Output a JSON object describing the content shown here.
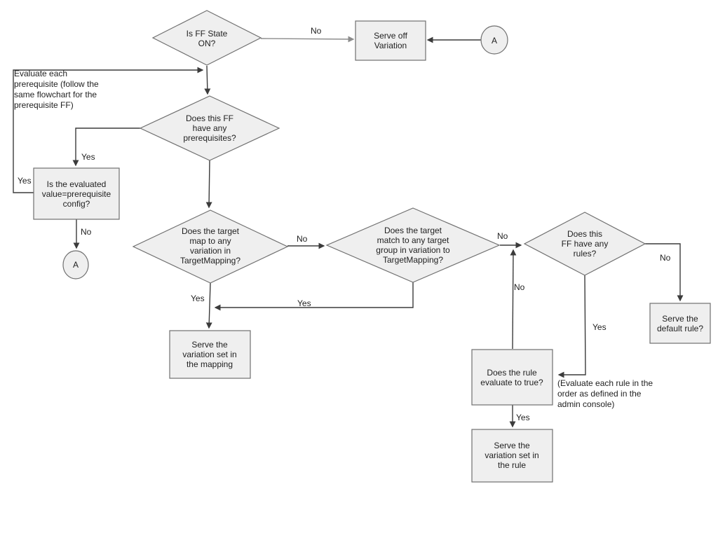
{
  "nodes": {
    "ff_state": {
      "label": "Is FF State\nON?"
    },
    "serve_off": {
      "label": "Serve off\nVariation"
    },
    "connector_top": {
      "label": "A"
    },
    "prereq_note": {
      "label": "Evaluate each\nprerequisite (follow the\nsame flowchart for the\nprerequisite FF)"
    },
    "has_prereqs": {
      "label": "Does this FF\nhave any\nprerequisites?"
    },
    "prereq_value": {
      "label": "Is the evaluated\nvalue=prerequisite\nconfig?"
    },
    "connector_left": {
      "label": "A"
    },
    "target_map": {
      "label": "Does the target\nmap to any\nvariation in\nTargetMapping?"
    },
    "target_group": {
      "label": "Does the target\nmatch to any target\ngroup in variation to\nTargetMapping?"
    },
    "has_rules": {
      "label": "Does this\nFF have any\nrules?"
    },
    "serve_default": {
      "label": "Serve the\ndefault rule?"
    },
    "rule_eval": {
      "label": "Does the rule\nevaluate to true?"
    },
    "rule_note": {
      "label": "(Evaluate each rule in the\norder as defined in the\nadmin console)"
    },
    "serve_rule": {
      "label": "Serve the\nvariation set in\nthe rule"
    },
    "serve_mapping": {
      "label": "Serve the\nvariation set in\nthe mapping"
    }
  },
  "edge_labels": {
    "ff_state_no": "No",
    "has_prereqs_yes": "Yes",
    "prereq_return_yes": "Yes",
    "prereq_value_no": "No",
    "target_map_no": "No",
    "target_map_yes": "Yes",
    "target_group_yes": "Yes",
    "target_group_no": "No",
    "rule_eval_no": "No",
    "has_rules_no": "No",
    "has_rules_yes": "Yes",
    "rule_eval_yes": "Yes"
  },
  "colors": {
    "shape_fill": "#efefef",
    "shape_stroke": "#707070",
    "edge_dark": "#3b3b3b",
    "edge_gray": "#8c8c8c",
    "text": "#1f1f1f",
    "bg": "#ffffff"
  }
}
